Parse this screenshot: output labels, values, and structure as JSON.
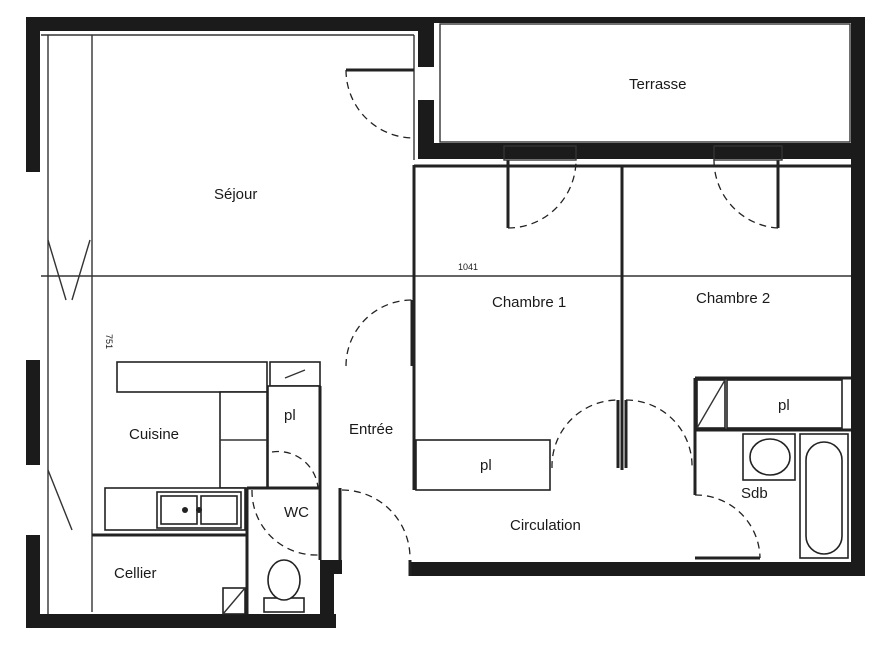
{
  "rooms": {
    "sejour": "Séjour",
    "terrasse": "Terrasse",
    "chambre1": "Chambre 1",
    "chambre2": "Chambre 2",
    "cuisine": "Cuisine",
    "entree": "Entrée",
    "circulation": "Circulation",
    "wc": "WC",
    "cellier": "Cellier",
    "sdb": "Sdb"
  },
  "storage": {
    "pl_entree": "pl",
    "pl_chambre1": "pl",
    "pl_sdb": "pl"
  },
  "dimensions": {
    "width": "1041",
    "depth": "751"
  },
  "colors": {
    "wall": "#1b1b1b",
    "background": "#ffffff"
  }
}
